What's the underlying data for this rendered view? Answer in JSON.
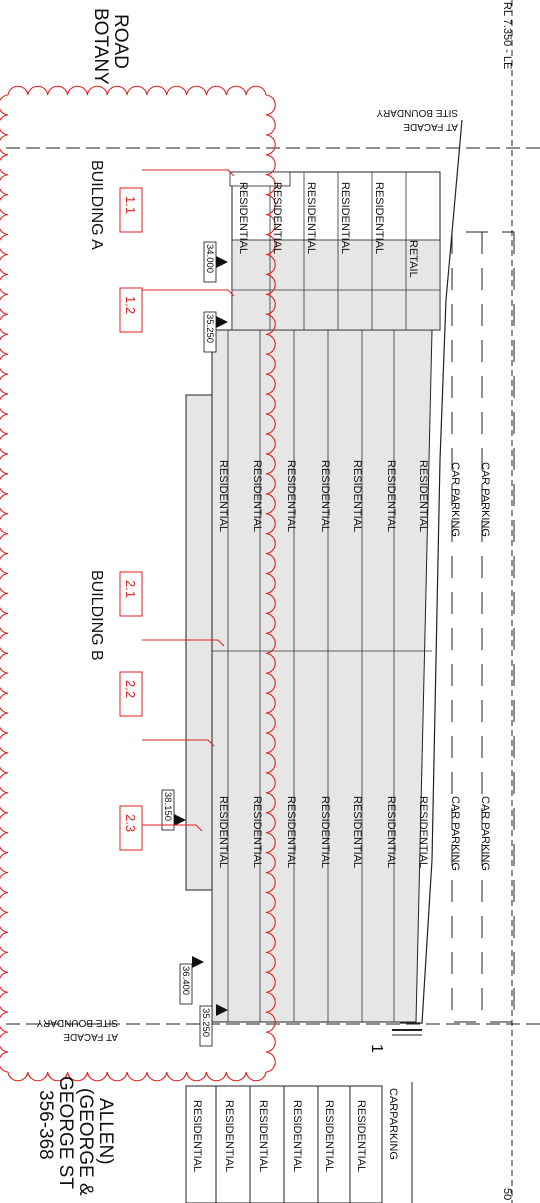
{
  "labels": {
    "botany_road": [
      "BOTANY",
      "ROAD"
    ],
    "level_line": "RL 7.350 - LE",
    "level_line_end": "50",
    "site_boundary_top": [
      "SITE BOUNDARY",
      "AT FACADE"
    ],
    "site_boundary_bottom": [
      "SITE BOUNDARY",
      "AT FACADE"
    ],
    "building_a": "BUILDING A",
    "building_b": "BUILDING B",
    "neighbour": [
      "356-368",
      "GEORGE ST",
      "(GEORGE &",
      "ALLEN)"
    ],
    "carparking_neighbour": "CARPARKING",
    "one": "1",
    "residential": "RESIDENTIAL",
    "retail": "RETAIL",
    "car_parking": "CAR PARKING"
  },
  "view_tags": [
    "1.1",
    "1.2",
    "2.1",
    "2.2",
    "2.3"
  ],
  "levels": {
    "a_34000": "34.000",
    "a_35250": "35.250",
    "b_38150": "38.150",
    "b_36400": "36.400",
    "b_35250": "35.250"
  },
  "colors": {
    "cloud": "#e02020",
    "fill": "#e6e6e6",
    "line": "#222222"
  }
}
